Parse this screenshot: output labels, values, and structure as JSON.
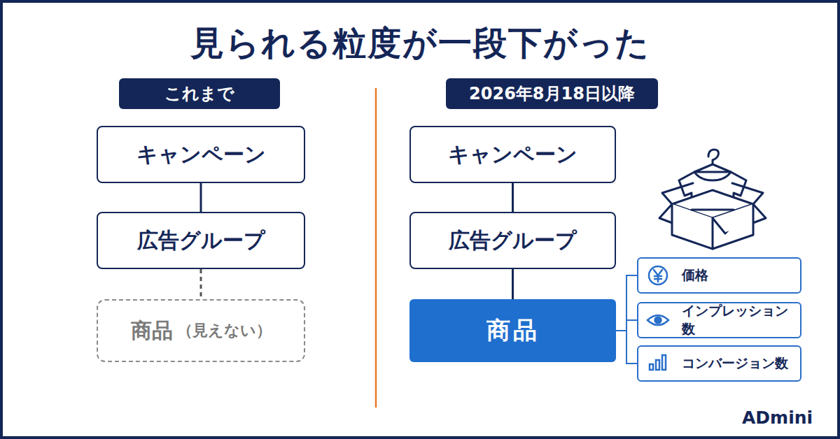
{
  "diagram": {
    "title": "見られる粒度が一段下がった",
    "nodes": [
      {
        "text": [
          "これまで"
        ]
      },
      {
        "text": [
          "キャンペーン"
        ]
      },
      {
        "text": [
          "広告グループ"
        ]
      },
      {
        "text": [
          "商品",
          "（見えない）"
        ]
      },
      {
        "text": [
          "2026年8月18日以降"
        ]
      },
      {
        "text": [
          "キャンペーン"
        ]
      },
      {
        "text": [
          "広告グループ"
        ]
      },
      {
        "text": [
          "商品"
        ]
      },
      {
        "text": [
          "価格"
        ]
      },
      {
        "text": [
          "インプレッション数"
        ]
      },
      {
        "text": [
          "コンバージョン数"
        ]
      }
    ],
    "edges": [
      {
        "from": 1,
        "to": 2,
        "arrow": "none"
      },
      {
        "from": 2,
        "to": 3,
        "arrow": "none"
      },
      {
        "from": 5,
        "to": 6,
        "arrow": "none"
      },
      {
        "from": 6,
        "to": 7,
        "arrow": "none"
      },
      {
        "from": 7,
        "to": 8,
        "arrow": "none"
      },
      {
        "from": 7,
        "to": 9,
        "arrow": "none"
      },
      {
        "from": 7,
        "to": 10,
        "arrow": "none"
      }
    ],
    "labels": [
      "ADmini"
    ]
  }
}
